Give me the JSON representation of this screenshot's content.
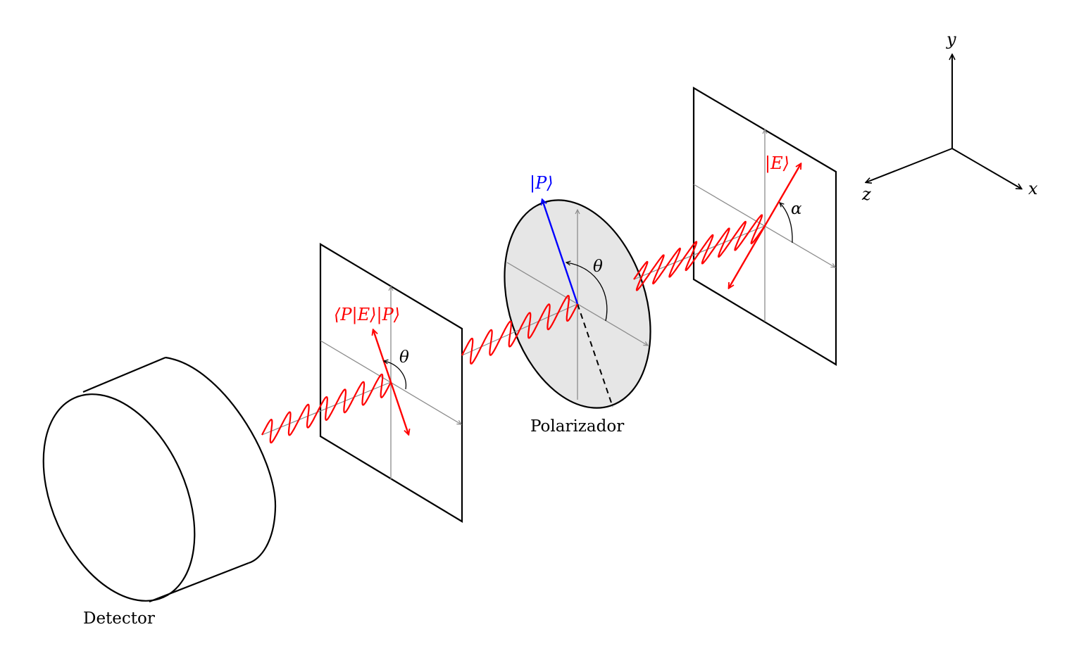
{
  "labels": {
    "detector": "Detector",
    "polarizer": "Polarizador",
    "ket_e": "|E⟩",
    "ket_p": "|P⟩",
    "projection": "⟨P|E⟩|P⟩",
    "theta": "θ",
    "alpha": "α"
  },
  "axes": {
    "x": "x",
    "y": "y",
    "z": "z"
  },
  "colors": {
    "wave": "#ff0000",
    "polarizer_axis": "#0000ff",
    "frame": "#000000",
    "guide": "#8c8c8c",
    "disk_fill": "#e6e6e6"
  }
}
